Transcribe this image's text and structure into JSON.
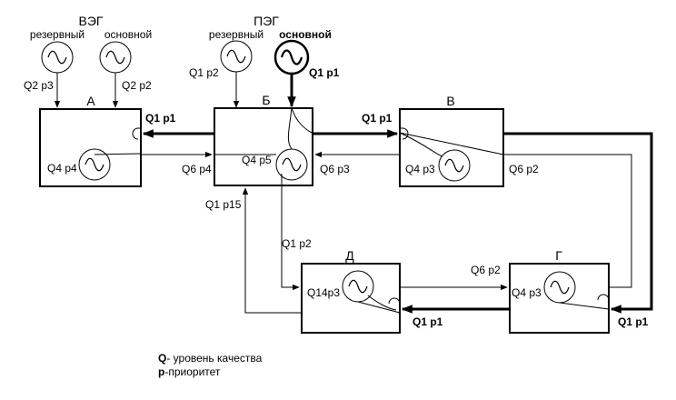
{
  "groups": {
    "veg": "ВЭГ",
    "peg": "ПЭГ"
  },
  "generators": {
    "veg_reserve": {
      "label": "резервный",
      "q": "Q2 p3"
    },
    "veg_main": {
      "label": "основной",
      "q": "Q2 p2"
    },
    "peg_reserve": {
      "label": "резервный",
      "q": "Q1 p2"
    },
    "peg_main": {
      "label": "основной",
      "q": "Q1 p1"
    }
  },
  "nodes": {
    "a": {
      "name": "А",
      "gen_q": "Q4 p4"
    },
    "b": {
      "name": "Б",
      "gen_q": "Q4 p5"
    },
    "v": {
      "name": "В",
      "gen_q": "Q4 p3"
    },
    "g": {
      "name": "Г",
      "gen_q": "Q4 p3"
    },
    "d": {
      "name": "Д",
      "gen_q": "Q14p3"
    }
  },
  "links": {
    "b_to_a": "Q1 p1",
    "a_to_b": "Q6 p4",
    "b_to_v": "Q1 p1",
    "v_to_b": "Q6 p3",
    "v_loop": "Q6 p2",
    "d_to_b": "Q1 p15",
    "b_to_d": "Q1 p2",
    "d_to_g": "Q6 p2",
    "g_to_d": "Q1 p1",
    "v_to_g": "Q1 p1"
  },
  "legend": {
    "q_key": "Q",
    "q_text": "- уровень качества",
    "p_key": "p",
    "p_text": "-приоритет"
  }
}
